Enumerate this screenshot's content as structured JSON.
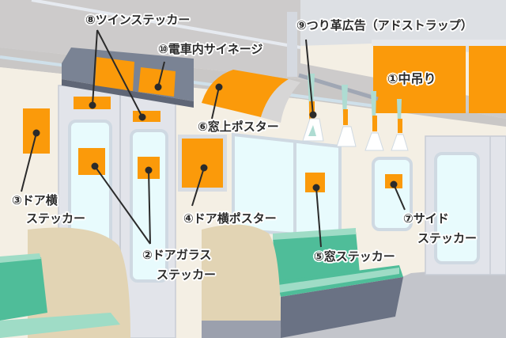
{
  "colors": {
    "ad_orange": "#fb9a0a",
    "ceiling_gray": "#cdcbcb",
    "ceiling_light": "#dde0e4",
    "wall_cream": "#f4efe4",
    "door_gray": "#e2e4ea",
    "window_blue": "#e8fbfd",
    "seat_green": "#4fbd99",
    "seat_light": "#9fdcc6",
    "seat_base": "#6a7284",
    "partition_beige": "#e2d4b4",
    "floor_gray": "#c3c5cb",
    "signage_gray": "#7a8394",
    "leader_line": "#2b2b2b"
  },
  "labels": {
    "l1": "①中吊り",
    "l2_line1": "②ドアガラス",
    "l2_line2": "ステッカー",
    "l3_line1": "③ドア横",
    "l3_line2": "ステッカー",
    "l4": "④ドア横ポスター",
    "l5": "⑤窓ステッカー",
    "l6": "⑥窓上ポスター",
    "l7_line1": "⑦サイド",
    "l7_line2": "ステッカー",
    "l8": "⑧ツインステッカー",
    "l9": "⑨つり革広告（アドストラップ）",
    "l10": "⑩電車内サイネージ"
  }
}
